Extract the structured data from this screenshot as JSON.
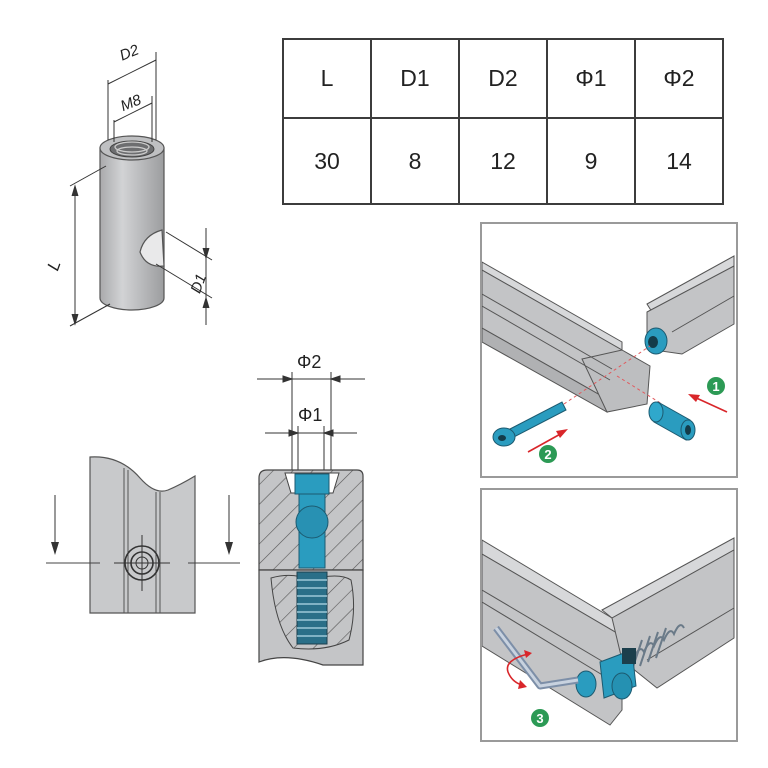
{
  "spec_table": {
    "headers": [
      "L",
      "D1",
      "D2",
      "Φ1",
      "Φ2"
    ],
    "values": [
      "30",
      "8",
      "12",
      "9",
      "14"
    ]
  },
  "dowel_drawing": {
    "labels": {
      "outer_diameter": "D2",
      "thread": "M8",
      "length": "L",
      "cross_hole": "D1"
    }
  },
  "section_drawing": {
    "labels": {
      "head_diameter": "Φ2",
      "shank_diameter": "Φ1"
    }
  },
  "assembly_steps": {
    "step1": "1",
    "step2": "2",
    "step3": "3"
  },
  "colors": {
    "part_blue": "#2a9cbf",
    "profile_gray": "#c9cacc",
    "arrow_red": "#d9262a",
    "step_green": "#2c9a55"
  }
}
